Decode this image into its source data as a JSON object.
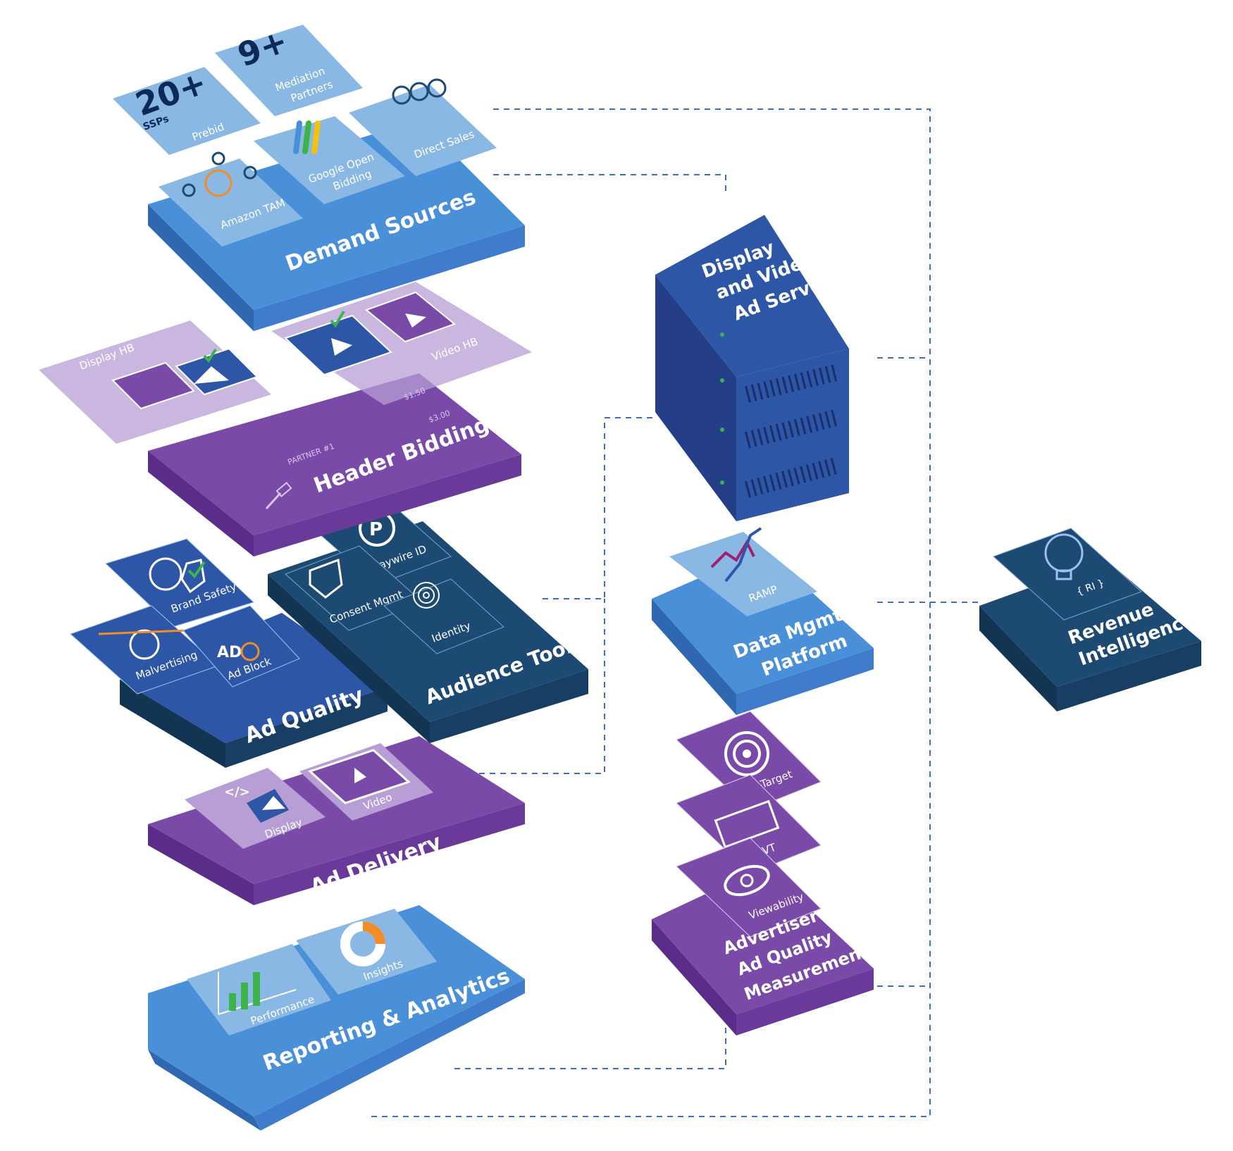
{
  "diagram": {
    "demand_sources": {
      "title": "Demand Sources",
      "ssp_count": "20+",
      "ssp_label": "SSPs",
      "prebid": "Prebid",
      "mediation_count": "9+",
      "mediation_label": "Mediation\nPartners",
      "direct_sales": "Direct Sales",
      "amazon_tam": "Amazon TAM",
      "google_open_bidding": "Google Open\nBidding"
    },
    "header_bidding": {
      "title": "Header Bidding",
      "display_hb": "Display HB",
      "video_hb": "Video HB",
      "bid_a": "$1.50",
      "bid_b": "$3.00",
      "partner": "PARTNER #1"
    },
    "ad_quality": {
      "title": "Ad Quality",
      "brand_safety": "Brand Safety",
      "malvertising": "Malvertising",
      "ad_block": "Ad Block",
      "ad_glyph": "AD"
    },
    "audience_tools": {
      "title": "Audience Tools",
      "playwire_id": "Playwire ID",
      "consent_mgmt": "Consent Mgmt",
      "identity": "Identity"
    },
    "ad_delivery": {
      "title": "Ad Delivery",
      "display": "Display",
      "video": "Video",
      "code_glyph": "</>"
    },
    "reporting": {
      "title": "Reporting & Analytics",
      "performance": "Performance",
      "insights": "Insights"
    },
    "ad_servers": {
      "title": "Display\nand Video\nAd Servers"
    },
    "data_mgmt": {
      "title": "Data Mgmt\nPlatform",
      "ramp": "RAMP"
    },
    "advertiser_measurement": {
      "title": "Advertiser\nAd Quality\nMeasurement",
      "in_target": "In-Target",
      "ivt": "IVT",
      "viewability": "Viewability"
    },
    "revenue_intelligence": {
      "title": "Revenue\nIntelligence",
      "ri_glyph": "{ RI }"
    }
  },
  "colors": {
    "blue_top": "#4a90d9",
    "blue_side_left": "#2f67b0",
    "blue_side_right": "#3f7ccc",
    "blue_tile": "#8ab8e4",
    "purple_top": "#7a4aa8",
    "purple_side_left": "#5a2d8a",
    "purple_side_right": "#6a3a9a",
    "purple_glass": "#b79fd6",
    "navy_top": "#1d4a73",
    "navy_side_left": "#133554",
    "navy_side_right": "#183f63",
    "server_top": "#2d56a6",
    "server_side": "#243f88",
    "connector": "#3d6fc0",
    "accent_orange": "#f28c28",
    "accent_green": "#3cb44a"
  }
}
